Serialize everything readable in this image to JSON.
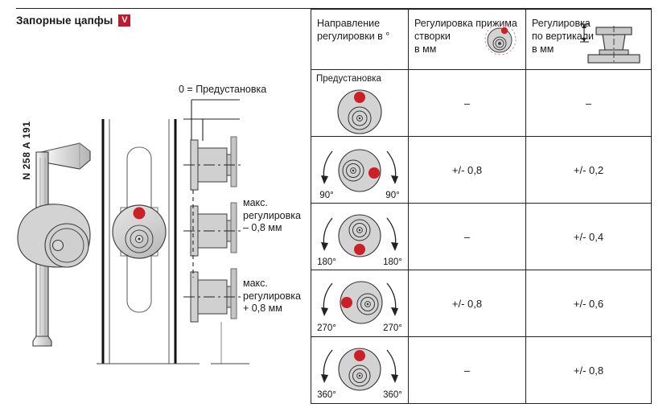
{
  "title": {
    "text": "Запорные цапфы",
    "badge": "V",
    "badge_color": "#c2182c"
  },
  "drawing": {
    "part_code": "N 258 A 191",
    "preset_caption": "0 = Предустановка",
    "annotation_minus": [
      "макс.",
      "регулировка",
      "– 0,8 мм"
    ],
    "annotation_plus": [
      "макс.",
      "регулировка",
      "+ 0,8 мм"
    ],
    "cam_dot_color": "#cc2027",
    "metal_fill": "#d4d4d4"
  },
  "table": {
    "headers": [
      {
        "lines": [
          "Направление",
          "регулировки в °"
        ],
        "icon": null
      },
      {
        "lines": [
          "Регулировка прижима",
          "створки",
          "в мм"
        ],
        "icon": "eccentric-cam-icon"
      },
      {
        "lines": [
          "Регулировка",
          "по вертикали",
          "в мм"
        ],
        "icon": "vertical-pin-icon"
      }
    ],
    "rows": [
      {
        "label": "Предустановка",
        "angle": null,
        "dot_position": "top",
        "arrows": false,
        "sash_pressure": "–",
        "vertical": "–"
      },
      {
        "label": null,
        "angle": "90°",
        "dot_position": "right",
        "arrows": true,
        "sash_pressure": "+/- 0,8",
        "vertical": "+/- 0,2"
      },
      {
        "label": null,
        "angle": "180°",
        "dot_position": "bottom",
        "arrows": true,
        "sash_pressure": "–",
        "vertical": "+/- 0,4"
      },
      {
        "label": null,
        "angle": "270°",
        "dot_position": "left",
        "arrows": true,
        "sash_pressure": "+/- 0,8",
        "vertical": "+/- 0,6"
      },
      {
        "label": null,
        "angle": "360°",
        "dot_position": "top",
        "arrows": true,
        "sash_pressure": "–",
        "vertical": "+/- 0,8"
      }
    ]
  }
}
